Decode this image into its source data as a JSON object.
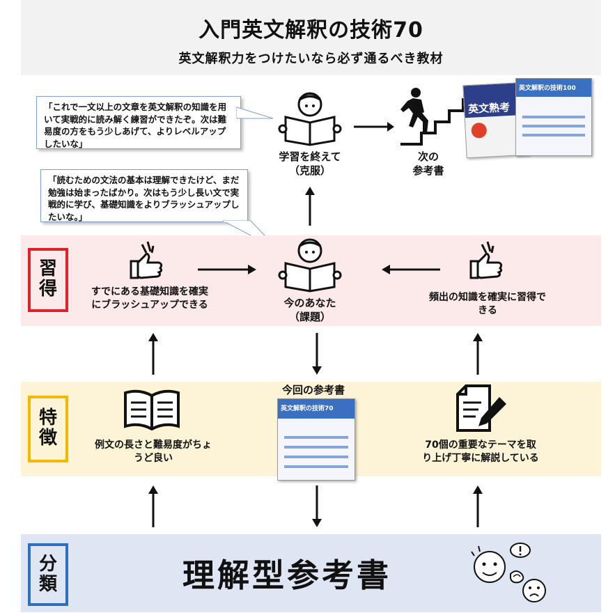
{
  "header": {
    "title": "入門英文解釈の技術70",
    "subtitle": "英文解釈力をつけたいなら必ず通るべき教材"
  },
  "bubbles": {
    "top": "「これで一文以上の文章を英文解釈の知識を用いて実戦的に読み解く練習ができたぞ。次は難易度の方をもう少しあげて、よりレベルアップしたいな」",
    "middle": "「読むための文法の基本は理解できたけど、まだ勉強は始まったばかり。次はもう少し長い文で実戦的に学び、基礎知識をよりブラッシュアップしたいな。」"
  },
  "top_row": {
    "done_caption_line1": "学習を終えて",
    "done_caption_line2": "（克服）",
    "next_caption_line1": "次の",
    "next_caption_line2": "参考書",
    "next_book1_title": "英文熟考",
    "next_book2_title": "英文解釈の技術100"
  },
  "rows": {
    "shutoku": {
      "label": "習得",
      "left_caption": "すでにある基礎知識を確実にブラッシュアップできる",
      "center_caption_line1": "今のあなた",
      "center_caption_line2": "（課題）",
      "right_caption": "頻出の知識を確実に習得できる"
    },
    "tokucho": {
      "label": "特徴",
      "left_caption": "例文の長さと難易度がちょうど良い",
      "center_caption": "今回の参考書",
      "current_book_title": "英文解釈の技術70",
      "right_caption": "70個の重要なテーマを取り上げ丁寧に解説している"
    },
    "bunrui": {
      "label": "分類",
      "main_text": "理解型参考書"
    }
  },
  "colors": {
    "shutoku_border": "#e0202a",
    "tokucho_border": "#f5b800",
    "bunrui_border": "#2e6fbf",
    "bubble_border": "#7f9fcf"
  }
}
